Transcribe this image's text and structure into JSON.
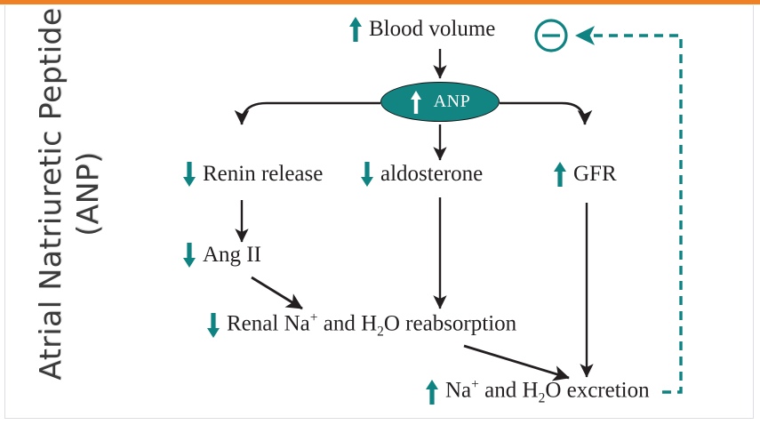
{
  "slide": {
    "title_line1": "Atrial Natriuretic Peptide",
    "title_line2": "(ANP)",
    "accent_bar_color": "#ef8023",
    "background_color": "#ffffff",
    "border_color": "#dcdde4"
  },
  "colors": {
    "teal": "#0f8382",
    "oval_fill": "#128482",
    "arrow_black": "#231f20",
    "text": "#231f20",
    "title_text": "#3b3b3b"
  },
  "nodes": {
    "blood_volume": {
      "direction": "up",
      "label": "Blood volume"
    },
    "anp": {
      "direction": "up",
      "label": "ANP"
    },
    "renin": {
      "direction": "down",
      "label": "Renin release"
    },
    "aldosterone": {
      "direction": "down",
      "label": "aldosterone"
    },
    "gfr": {
      "direction": "up",
      "label": "GFR"
    },
    "ang2": {
      "direction": "down",
      "label": "Ang II"
    },
    "reabsorption": {
      "direction": "down",
      "label_pre": "Renal Na",
      "label_sup": "+",
      "label_mid": " and H",
      "label_sub": "2",
      "label_post": "O reabsorption"
    },
    "excretion": {
      "direction": "up",
      "label_pre": "Na",
      "label_sup": "+",
      "label_mid": " and H",
      "label_sub": "2",
      "label_post": "O excretion"
    }
  },
  "feedback": {
    "symbol": "minus",
    "style": "dashed",
    "color": "#0f8382",
    "description": "negative feedback from excretion to blood volume"
  }
}
